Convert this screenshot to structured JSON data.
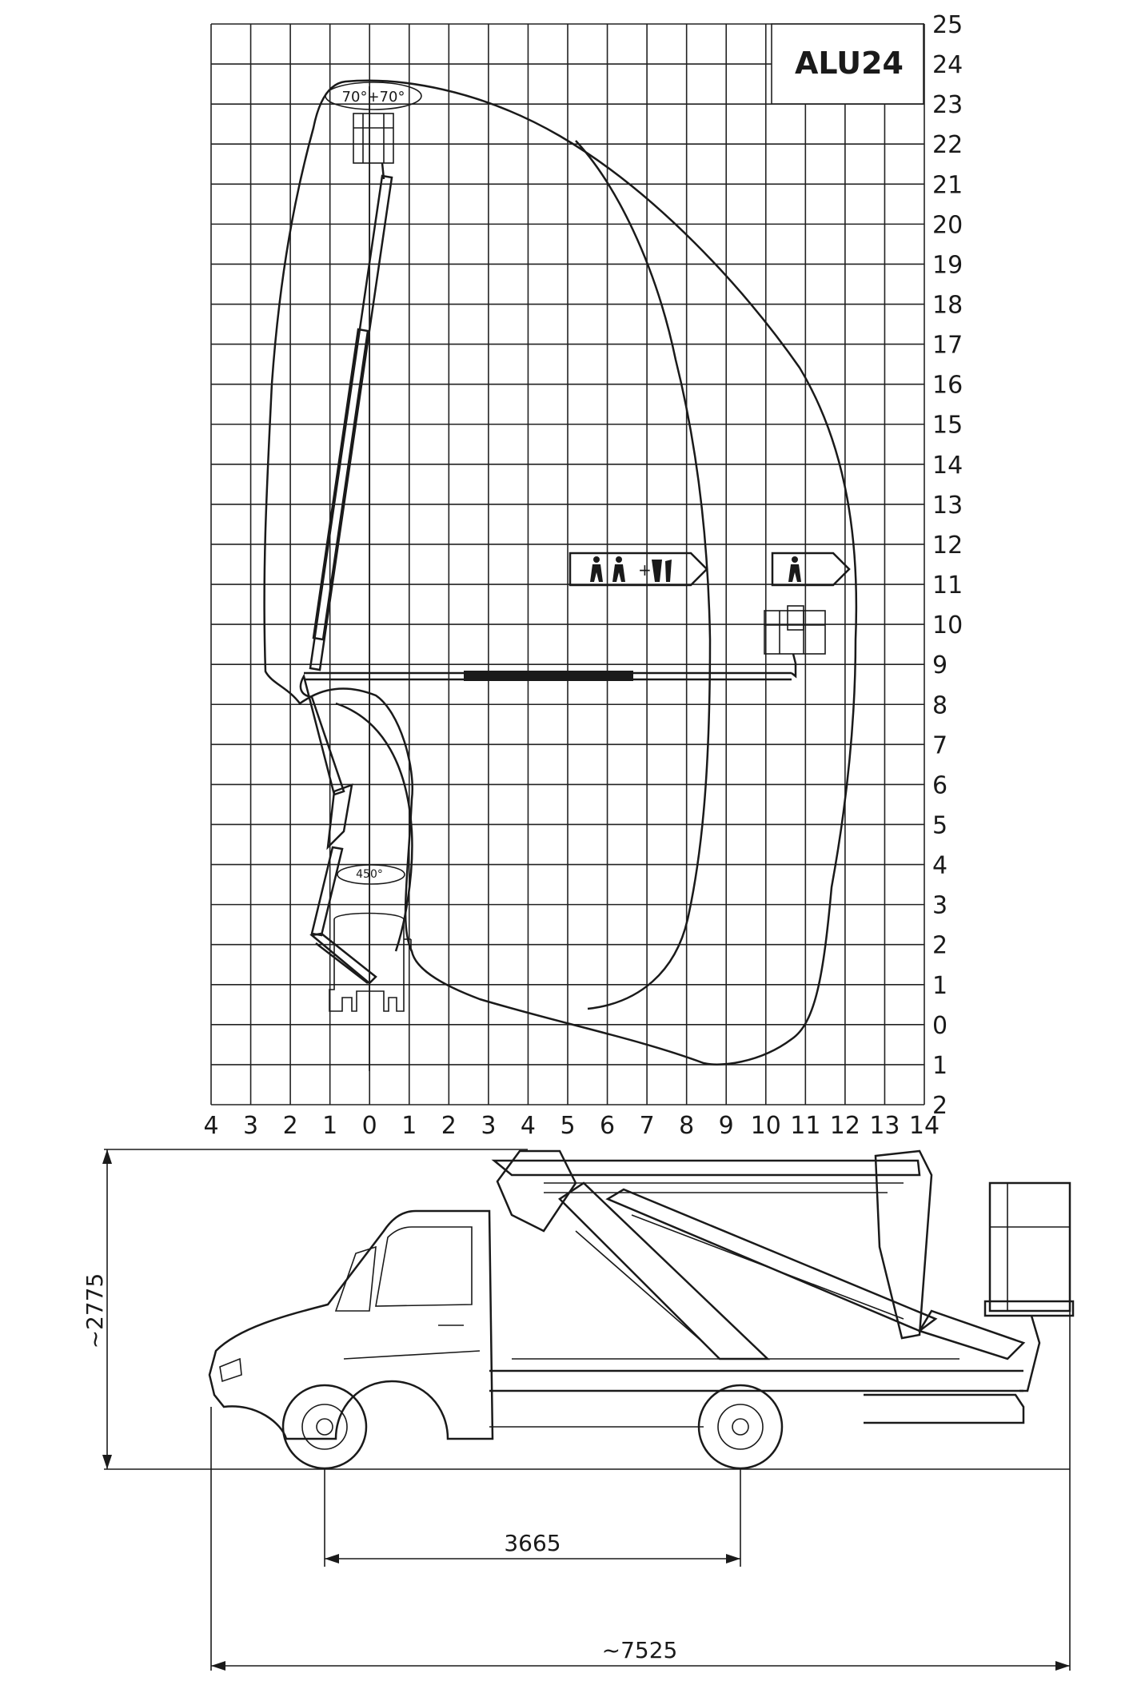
{
  "title": "ALU24",
  "y_axis_labels": [
    "25",
    "24",
    "23",
    "22",
    "21",
    "20",
    "19",
    "18",
    "17",
    "16",
    "15",
    "14",
    "13",
    "12",
    "11",
    "10",
    "9",
    "8",
    "7",
    "6",
    "5",
    "4",
    "3",
    "2",
    "1",
    "0",
    "1",
    "2"
  ],
  "x_axis_labels": [
    "4",
    "3",
    "2",
    "1",
    "0",
    "1",
    "2",
    "3",
    "4",
    "5",
    "6",
    "7",
    "8",
    "9",
    "10",
    "11",
    "12",
    "13",
    "14"
  ],
  "rotation_top": "70°+70°",
  "rotation_turret": "450°",
  "load_plus": "+",
  "dim_height": "~2775",
  "dim_wheelbase": "3665",
  "dim_length": "~7525",
  "colors": {
    "ink": "#1a1a1a",
    "paper": "#ffffff"
  }
}
